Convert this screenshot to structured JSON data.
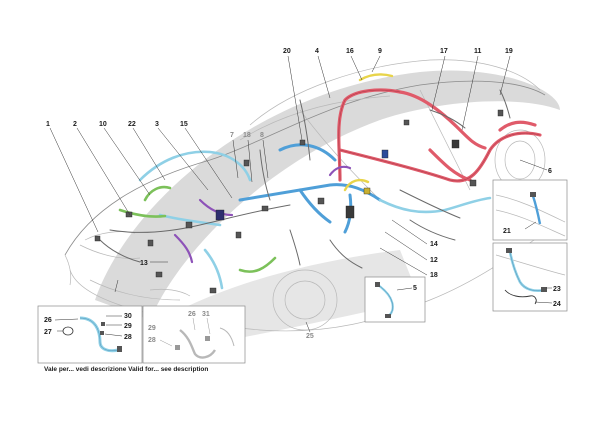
{
  "callouts": {
    "c1": "1",
    "c2": "2",
    "c3": "3",
    "c4": "4",
    "c5": "5",
    "c6": "6",
    "c7": "7",
    "c8": "8",
    "c9": "9",
    "c10": "10",
    "c11": "11",
    "c12": "12",
    "c13": "13",
    "c14": "14",
    "c15": "15",
    "c16": "16",
    "c17": "17",
    "c18": "18",
    "c18b": "18",
    "c19": "19",
    "c20": "20",
    "c21": "21",
    "c22": "22",
    "c23": "23",
    "c24": "24",
    "c25": "25",
    "c26": "26",
    "c26b": "26",
    "c27": "27",
    "c28": "28",
    "c28b": "28",
    "c29": "29",
    "c29b": "29",
    "c30": "30",
    "c31": "31"
  },
  "caption": {
    "text": "Vale per... vedi descrizione  Valid for... see description"
  },
  "colors": {
    "harness_red": "#e05b6a",
    "harness_blue": "#4f9fd8",
    "harness_lightblue": "#8fd0e6",
    "harness_green": "#7cc15a",
    "harness_yellow": "#e8d44a",
    "harness_purple": "#8d52b8",
    "swoosh_gray": "#d9d9d9"
  }
}
